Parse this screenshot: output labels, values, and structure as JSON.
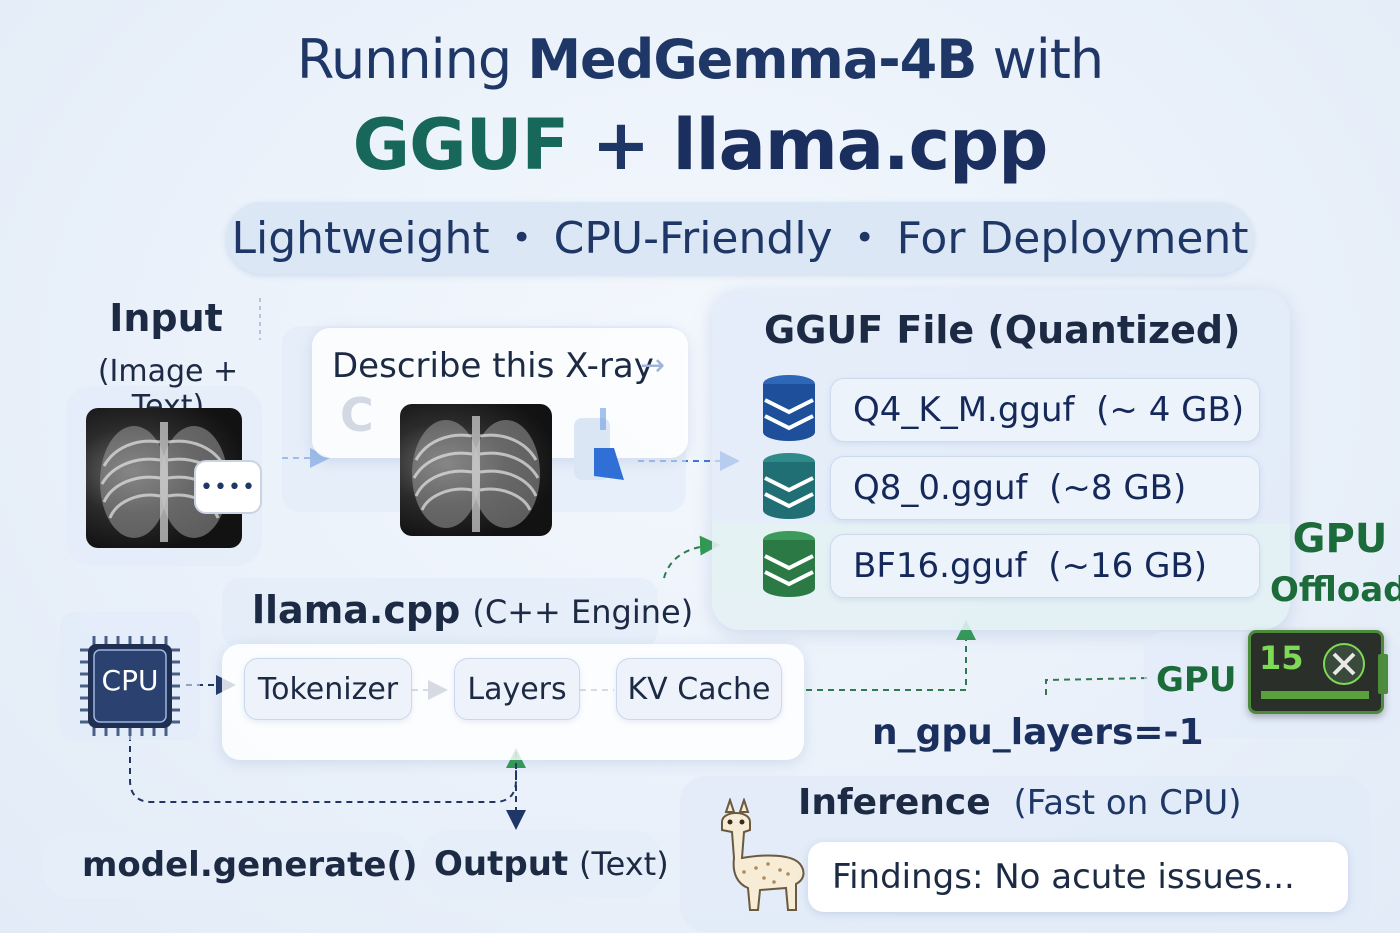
{
  "title": {
    "line1_prefix": "Running ",
    "line1_bold": "MedGemma-4B",
    "line1_suffix": " with",
    "line2_gguf": "GGUF",
    "line2_plus": " + ",
    "line2_llama": "llama.cpp"
  },
  "tagline": {
    "items": [
      "Lightweight",
      "CPU-Friendly",
      "For Deployment"
    ],
    "separator": "•"
  },
  "input": {
    "title": "Input",
    "subtitle": "(Image + Text)",
    "bubble_dots": "••••"
  },
  "prompt": {
    "text": "Describe this X-ray",
    "arrow": "→",
    "faded_letter": "C"
  },
  "gguf_panel": {
    "title": "GGUF File (Quantized)",
    "files": [
      {
        "name": "Q4_K_M.gguf",
        "size": "(~ 4 GB)",
        "color": "#1d4f9a"
      },
      {
        "name": "Q8_0.gguf",
        "size": "(~8 GB)",
        "color": "#1f6f74"
      },
      {
        "name": "BF16.gguf",
        "size": "(~16 GB)",
        "color": "#2b7a46"
      }
    ]
  },
  "gpu_offload": {
    "line1": "GPU",
    "line2": "Offload",
    "gpu_label": "GPU",
    "card_text": "15"
  },
  "engine": {
    "title_bold": "llama.cpp",
    "title_light": "(C++ Engine)",
    "cpu_label": "CPU",
    "stages": [
      "Tokenizer",
      "Layers",
      "KV Cache"
    ]
  },
  "n_gpu_layers": "n_gpu_layers=-1",
  "generate": {
    "label": "model.generate()"
  },
  "output": {
    "label_bold": "Output",
    "label_light": "(Text)"
  },
  "inference": {
    "title_bold": "Inference",
    "title_light": "(Fast on CPU)",
    "result": "Findings: No acute issues..."
  },
  "colors": {
    "navy": "#1f3767",
    "teal": "#17675a",
    "green": "#1c6b3a",
    "arrow_blue": "#3c78d8",
    "arrow_green": "#2f9a4e"
  }
}
